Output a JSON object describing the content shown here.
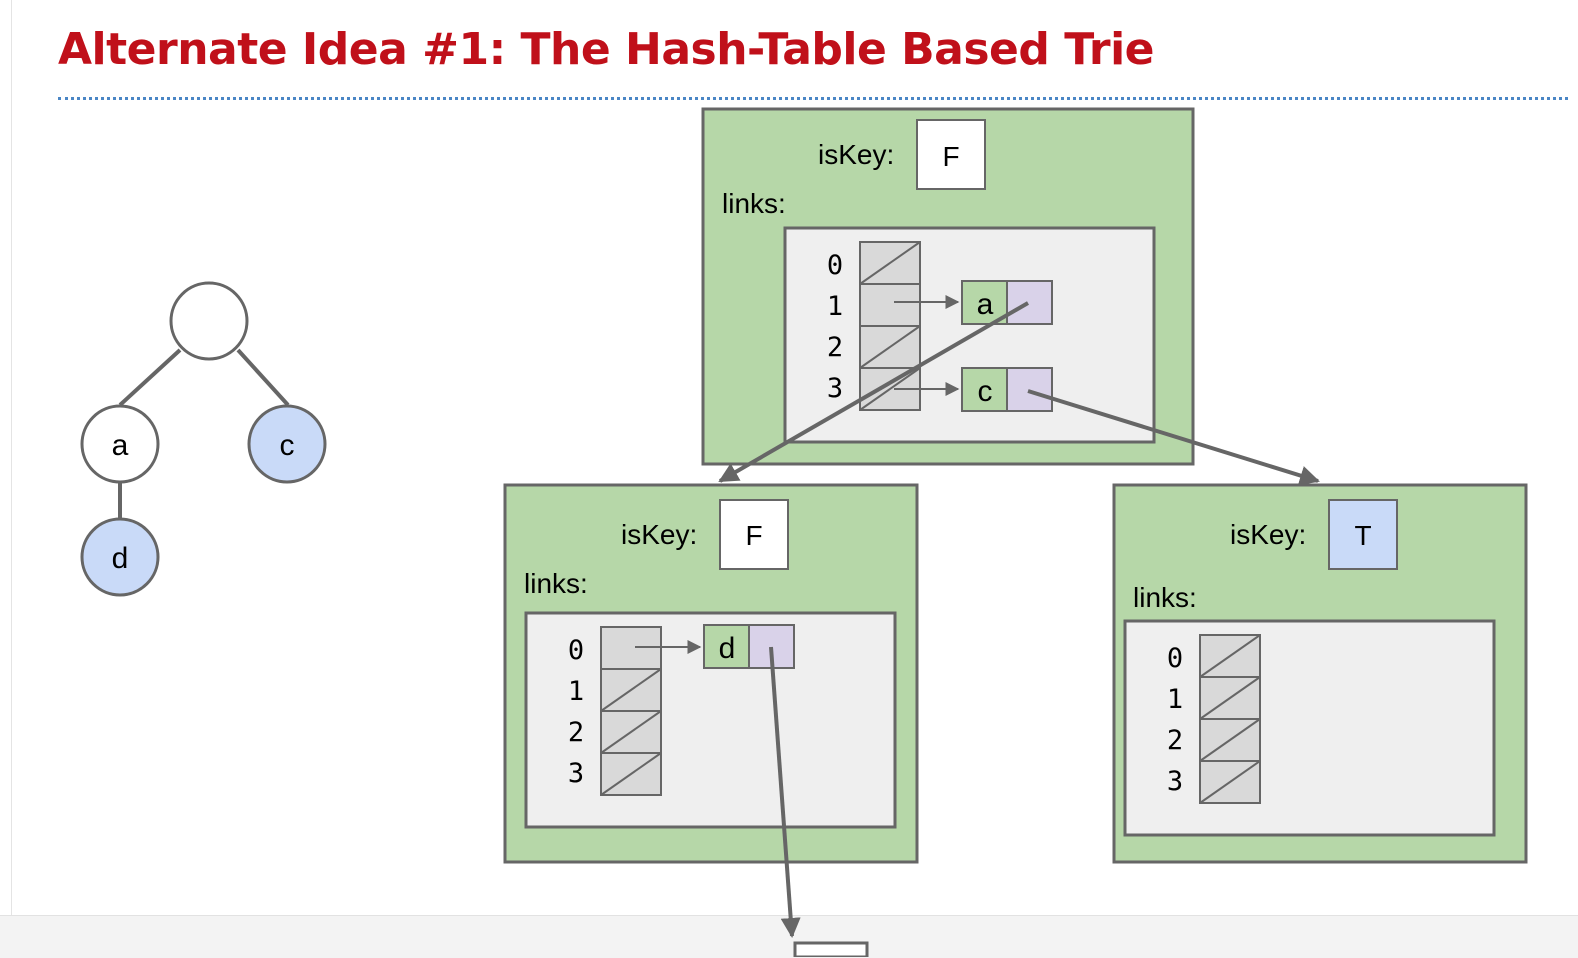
{
  "slide": {
    "title": "Alternate Idea #1: The Hash-Table Based Trie"
  },
  "tree": {
    "nodes": [
      {
        "id": "root",
        "label": "",
        "is_key": false
      },
      {
        "id": "a",
        "label": "a",
        "is_key": false
      },
      {
        "id": "c",
        "label": "c",
        "is_key": true
      },
      {
        "id": "d",
        "label": "d",
        "is_key": true
      }
    ]
  },
  "trie_nodes": {
    "root": {
      "iskey_label": "isKey:",
      "iskey_value": "F",
      "links_label": "links:",
      "buckets": [
        "0",
        "1",
        "2",
        "3"
      ],
      "entries": [
        "a",
        "c"
      ]
    },
    "a": {
      "iskey_label": "isKey:",
      "iskey_value": "F",
      "links_label": "links:",
      "buckets": [
        "0",
        "1",
        "2",
        "3"
      ],
      "entries": [
        "d"
      ]
    },
    "c": {
      "iskey_label": "isKey:",
      "iskey_value": "T",
      "links_label": "links:",
      "buckets": [
        "0",
        "1",
        "2",
        "3"
      ],
      "entries": []
    }
  },
  "colors": {
    "title": "#c0101a",
    "node_fill": "#b6d7a8",
    "table_fill": "#efefef",
    "bucket_fill": "#d9d9d9",
    "pointer_fill": "#d9d2e9",
    "key_fill": "#c9daf8",
    "stroke": "#666666"
  }
}
